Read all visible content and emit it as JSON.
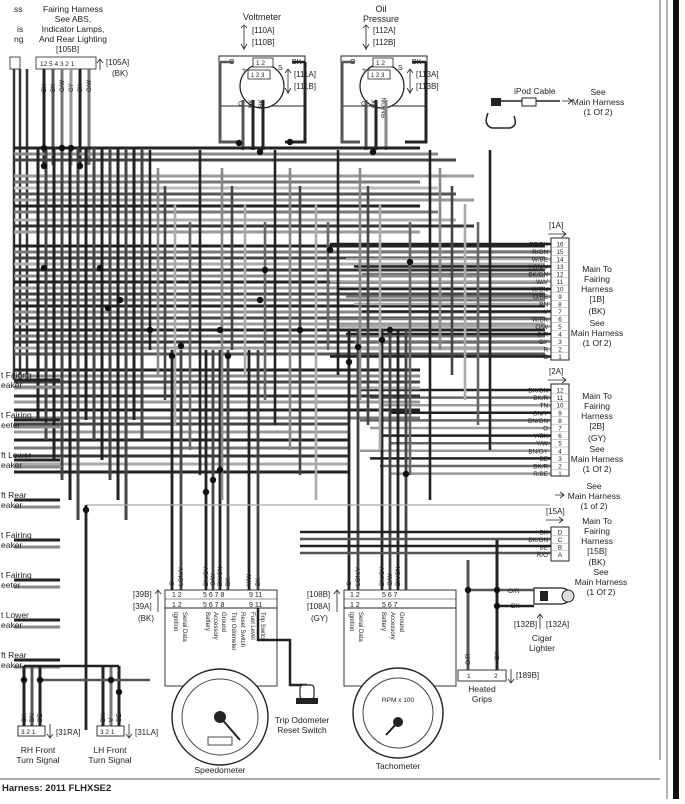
{
  "footer": {
    "title": "Harness: 2011 FLHXSE2"
  },
  "top": {
    "fairing": [
      "Fairing Harness",
      "See ABS,",
      "Indicator Lamps,",
      "And Rear Lighting"
    ],
    "left_cut": [
      "ss",
      "is",
      "ng"
    ],
    "c105b": "[105B]",
    "c105a": "[105A]",
    "c105a_color": "(BK)",
    "c105_pins": "12 5 4 3 2 1",
    "c105_wires": [
      "BK",
      "BK",
      "O/W",
      "GY",
      "BK",
      "O/W"
    ],
    "voltmeter": "Voltmeter",
    "v110a": "[110A]",
    "v110b": "[110B]",
    "v111a": "[111A]",
    "v111b": "[111B]",
    "oil": [
      "Oil",
      "Pressure"
    ],
    "o112a": "[112A]",
    "o112b": "[112B]",
    "o113a": "[113A]",
    "o113b": "[113B]",
    "gauge_wires_v": [
      "O",
      "BK",
      "BK",
      "O"
    ],
    "gauge_wires_o": [
      "O",
      "BK",
      "BN/GN",
      "O"
    ],
    "gauge_pins": [
      "1",
      "2",
      "3"
    ],
    "gauge_letters": [
      "O",
      "BK",
      "+",
      "S",
      "I",
      "+",
      "S"
    ],
    "ipod": "iPod Cable",
    "see_main_1": [
      "See",
      "Main Harness",
      "(1 Of 2)"
    ]
  },
  "c1b": {
    "header": "[1A]",
    "label": [
      "Main To",
      "Fairing",
      "Harness",
      "[1B]",
      "(BK)",
      "See",
      "Main Harness",
      "(1 Of 2)"
    ],
    "wires": [
      "BE/BK",
      "R/GN",
      "W/BE",
      "LGN/V",
      "BK/GN",
      "W/V",
      "W/BN",
      "O/BE",
      "BN",
      "V",
      "W/BK",
      "O/W",
      "O/R",
      "GY",
      "R",
      "O"
    ],
    "pins": [
      "16",
      "15",
      "14",
      "13",
      "12",
      "11",
      "10",
      "9",
      "8",
      "7",
      "6",
      "5",
      "4",
      "3",
      "2",
      "1"
    ]
  },
  "c2b": {
    "header": "[2A]",
    "label": [
      "Main To",
      "Fairing",
      "Harness",
      "[2B]",
      "(GY)",
      "See",
      "Main Harness",
      "(1 Of 2)"
    ],
    "wires": [
      "BK/GN",
      "BK/R",
      "TN",
      "GN/Y",
      "BN/GN",
      "O",
      "Y/BK",
      "Y/W",
      "BN/GY",
      "BE",
      "BK/R",
      "R/BE"
    ],
    "pins": [
      "12",
      "11",
      "10",
      "9",
      "8",
      "7",
      "6",
      "5",
      "4",
      "3",
      "2",
      "1"
    ]
  },
  "see_main_mid": [
    "See",
    "Main Harness",
    "(1 of 2)"
  ],
  "c15b": {
    "header": "[15A]",
    "label": [
      "Main To",
      "Fairing",
      "Harness",
      "[15B]",
      "(BK)",
      "See",
      "Main Harness",
      "(1 Of 2)"
    ],
    "wires": [
      "BK",
      "BK/GN",
      "BE",
      "R/O"
    ],
    "pins": [
      "D",
      "C",
      "B",
      "A"
    ]
  },
  "cigar": {
    "wires": [
      "O/R",
      "BK"
    ],
    "c132b": "[132B]",
    "c132a": "[132A]",
    "label": [
      "Cigar",
      "Lighter"
    ]
  },
  "grips": {
    "wires": [
      "O/R",
      "BK"
    ],
    "pins": [
      "1",
      "2"
    ],
    "conn": "[189B]",
    "label": [
      "Heated",
      "Grips"
    ]
  },
  "speakers": [
    [
      "t Fairing",
      "eaker"
    ],
    [
      "t Fairing",
      "eeter"
    ],
    [
      "ft Lower",
      "eaker"
    ],
    [
      "ft Rear",
      "eaker"
    ],
    [
      "t Fairing",
      "eaker"
    ],
    [
      "t Fairing",
      "eeter"
    ],
    [
      "t Lower",
      "eaker"
    ],
    [
      "ft Rear",
      "eaker"
    ]
  ],
  "speedo": {
    "wires": [
      "O",
      "LGN/Y",
      "BN/GY",
      "O/W",
      "BK/GN",
      "BK",
      "Y/W",
      "BK"
    ],
    "pins1": "1  2",
    "pins2": "5  6  7  8",
    "pins3": "9  11",
    "c39b": "[39B]",
    "c39a": "[39A]",
    "c39_color": "(BK)",
    "funcs": [
      "Ignition",
      "Serial Data",
      "Battery",
      "Accessory",
      "Ground",
      "Trip Odometer",
      "Reset Switch",
      "Fuel Level",
      "Trip Switch"
    ],
    "label": "Speedometer",
    "trip_label": [
      "Trip Odometer",
      "Reset  Switch"
    ]
  },
  "tach": {
    "wires": [
      "O",
      "LGN/Y",
      "BN/GY",
      "O/W",
      "BK/GN"
    ],
    "pins1": "1  2",
    "pins2": "5  6  7",
    "c108b": "[108B]",
    "c108a": "[108A]",
    "c108_color": "(GY)",
    "funcs": [
      "Ignition",
      "Serial Data",
      "Battery",
      "Accessory",
      "Ground"
    ],
    "label": "Tachometer",
    "rpm": "RPM x 100"
  },
  "turn": {
    "rh_wires": [
      "BK",
      "BN",
      "BE"
    ],
    "lh_wires": [
      "BK",
      "V",
      "BE"
    ],
    "pins": "3 2 1",
    "c31ra": "[31RA]",
    "c31la": "[31LA]",
    "rh_label": [
      "RH Front",
      "Turn Signal"
    ],
    "lh_label": [
      "LH Front",
      "Turn Signal"
    ]
  }
}
